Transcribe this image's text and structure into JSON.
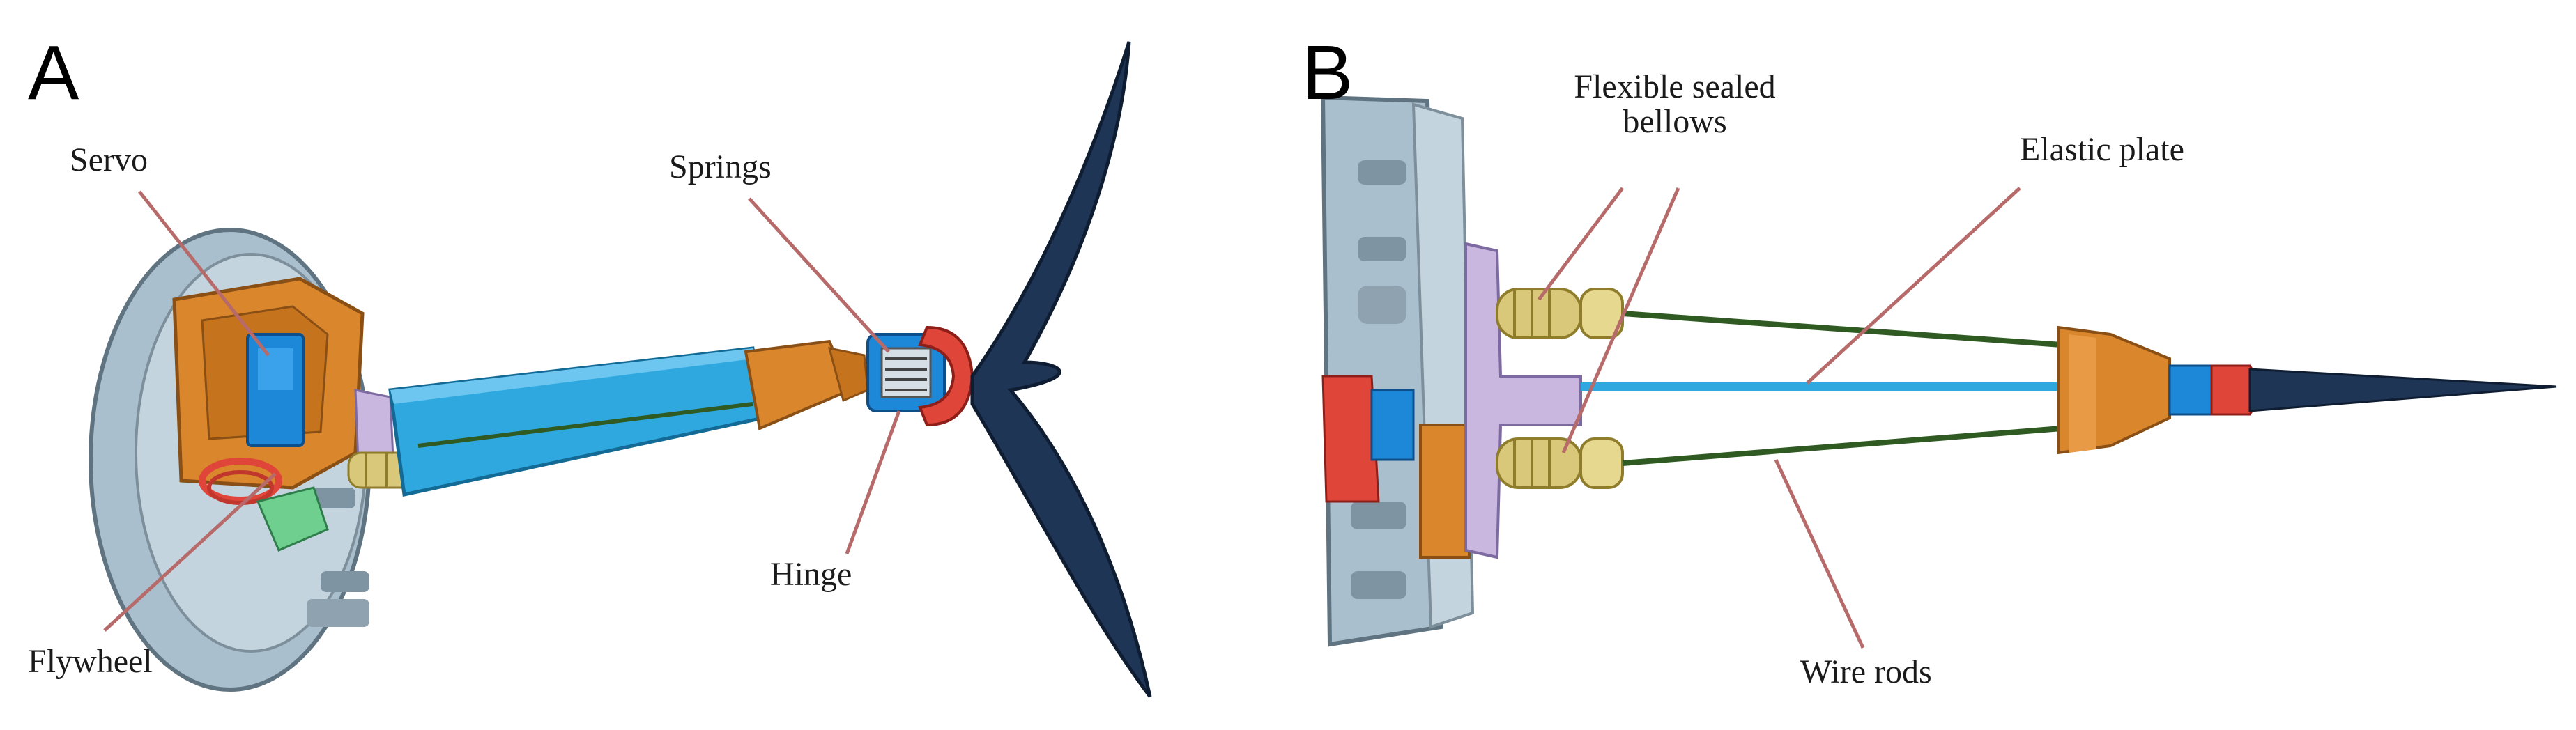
{
  "panels": {
    "a": {
      "letter": "A",
      "labels": {
        "servo": "Servo",
        "springs": "Springs",
        "hinge": "Hinge",
        "flywheel": "Flywheel"
      }
    },
    "b": {
      "letter": "B",
      "labels": {
        "bellows_line1": "Flexible sealed",
        "bellows_line2": "bellows",
        "elastic_plate": "Elastic plate",
        "wire_rods": "Wire rods"
      }
    }
  },
  "colors": {
    "housing": "#a9bfcd",
    "shaft": "#2fa8e0",
    "orange_part": "#d9862c",
    "servo_blue": "#1e88d8",
    "tail_fin": "#1f3556",
    "spring_red": "#e0453a",
    "bellows": "#d9c87a",
    "wire_green": "#2f5a22",
    "plate_lavender": "#c9b7e0",
    "leader_line": "#b76a6a"
  }
}
